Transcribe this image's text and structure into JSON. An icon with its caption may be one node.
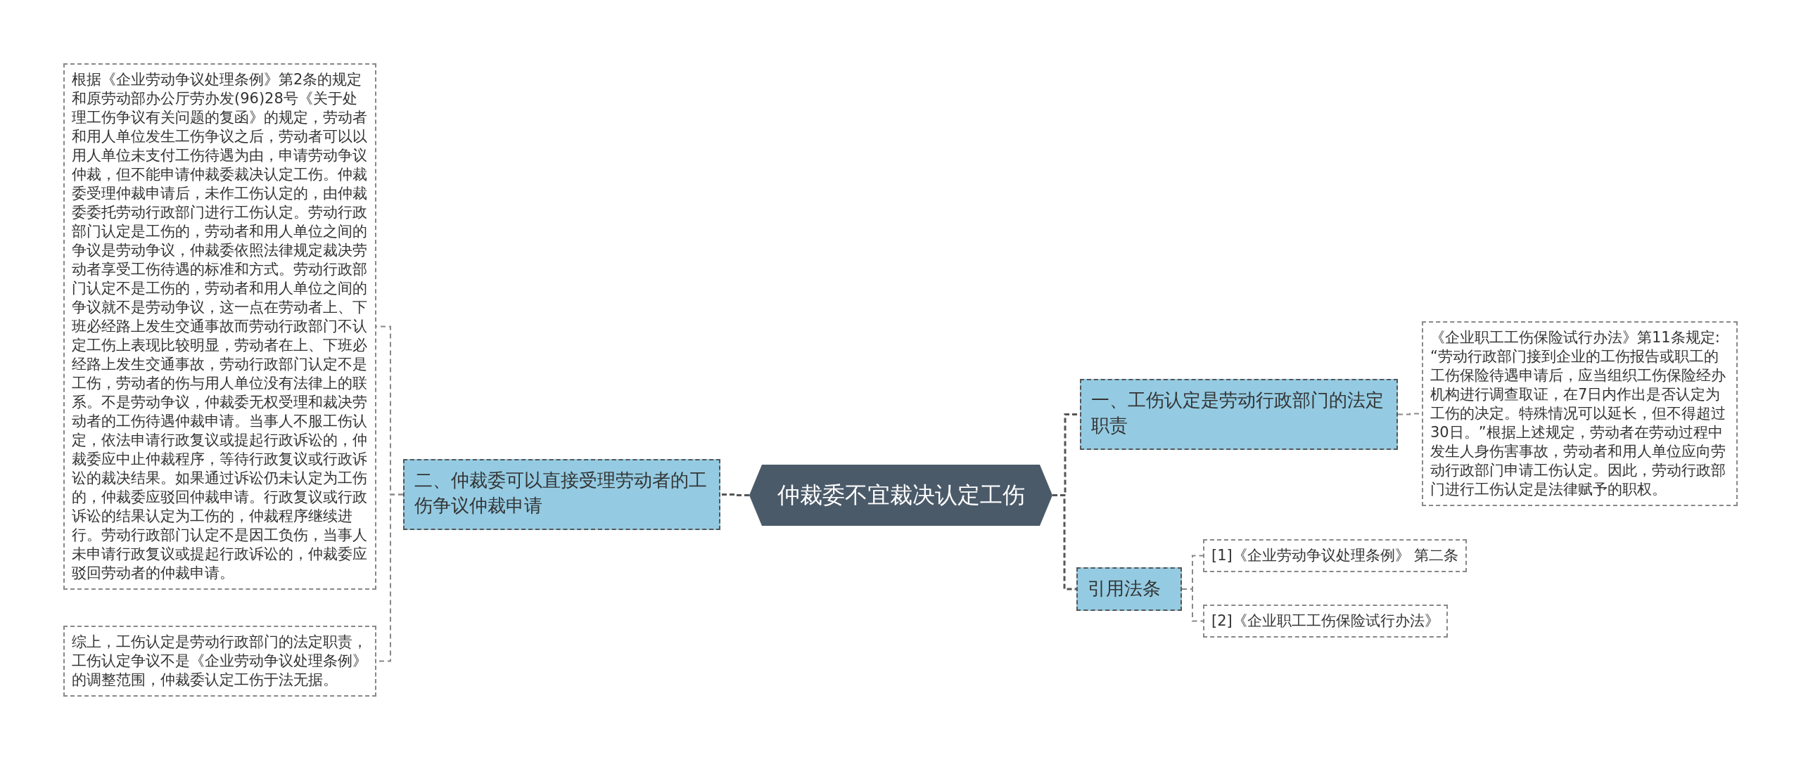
{
  "diagram": {
    "nodes": [
      {
        "text": [
          "仲裁委不宜裁决认定工伤"
        ]
      },
      {
        "text": [
          "一、工伤认定是劳动行政部门的法定职责"
        ]
      },
      {
        "text": [
          "《企业职工工伤保险试行办法》第11条规定: “劳动行政部门接到企业的工伤报告或职工的工伤保险待遇申请后，应当组织工伤保险经办机构进行调查取证，在7日内作出是否认定为工伤的决定。特殊情况可以延长，但不得超过30日。”根据上述规定，劳动者在劳动过程中发生人身伤害事故，劳动者和用人单位应向劳动行政部门申请工伤认定。因此，劳动行政部门进行工伤认定是法律赋予的职权。"
        ]
      },
      {
        "text": [
          "二、仲裁委可以直接受理劳动者的工伤争议仲裁申请"
        ]
      },
      {
        "text": [
          "根据《企业劳动争议处理条例》第2条的规定和原劳动部办公厅劳办发(96)28号《关于处理工伤争议有关问题的复函》的规定，劳动者和用人单位发生工伤争议之后，劳动者可以以用人单位未支付工伤待遇为由，申请劳动争议仲裁，但不能申请仲裁委裁决认定工伤。仲裁委受理仲裁申请后，未作工伤认定的，由仲裁委委托劳动行政部门进行工伤认定。劳动行政部门认定是工伤的，劳动者和用人单位之间的争议是劳动争议，仲裁委依照法律规定裁决劳动者享受工伤待遇的标准和方式。劳动行政部门认定不是工伤的，劳动者和用人单位之间的争议就不是劳动争议，这一点在劳动者上、下班必经路上发生交通事故而劳动行政部门不认定工伤上表现比较明显，劳动者在上、下班必经路上发生交通事故，劳动行政部门认定不是工伤，劳动者的伤与用人单位没有法律上的联系。不是劳动争议，仲裁委无权受理和裁决劳动者的工伤待遇仲裁申请。当事人不服工伤认定，依法申请行政复议或提起行政诉讼的，仲裁委应中止仲裁程序，等待行政复议或行政诉讼的裁决结果。如果通过诉讼仍未认定为工伤的，仲裁委应驳回仲裁申请。行政复议或行政诉讼的结果认定为工伤的，仲裁程序继续进行。劳动行政部门认定不是因工负伤，当事人未申请行政复议或提起行政诉讼的，仲裁委应驳回劳动者的仲裁申请。"
        ]
      },
      {
        "text": [
          "综上，工伤认定是劳动行政部门的法定职责，工伤认定争议不是《企业劳动争议处理条例》的调整范围，仲裁委认定工伤于法无据。"
        ]
      },
      {
        "text": [
          "引用法条"
        ]
      },
      {
        "text": [
          "[1]《企业劳动争议处理条例》 第二条"
        ]
      },
      {
        "text": [
          "[2]《企业职工工伤保险试行办法》"
        ]
      }
    ],
    "edges": [
      {
        "from": 0,
        "to": 1,
        "arrow": "none"
      },
      {
        "from": 1,
        "to": 2,
        "arrow": "none"
      },
      {
        "from": 0,
        "to": 3,
        "arrow": "none"
      },
      {
        "from": 3,
        "to": 4,
        "arrow": "none"
      },
      {
        "from": 3,
        "to": 5,
        "arrow": "none"
      },
      {
        "from": 0,
        "to": 6,
        "arrow": "none"
      },
      {
        "from": 6,
        "to": 7,
        "arrow": "none"
      },
      {
        "from": 6,
        "to": 8,
        "arrow": "none"
      }
    ]
  }
}
